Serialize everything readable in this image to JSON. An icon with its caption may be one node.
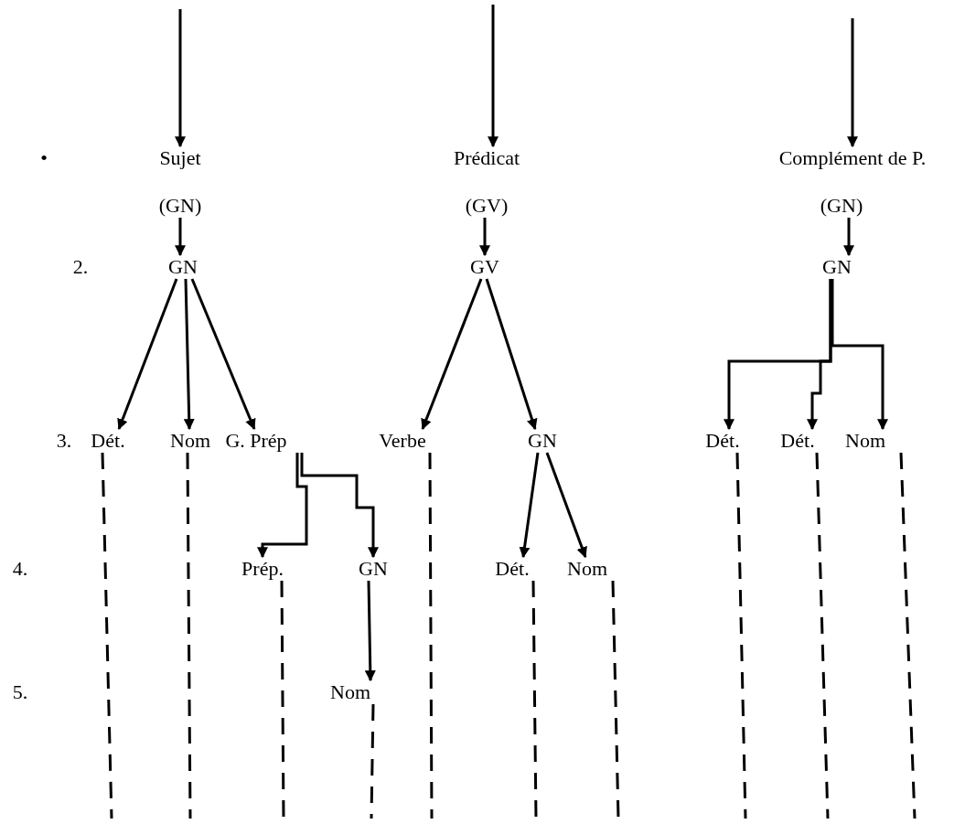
{
  "diagram": {
    "nodes": [
      {
        "text": [
          "Sujet"
        ]
      },
      {
        "text": [
          "Prédicat"
        ]
      },
      {
        "text": [
          "Complément de P."
        ]
      },
      {
        "text": [
          "(GN)"
        ]
      },
      {
        "text": [
          "(GV)"
        ]
      },
      {
        "text": [
          "(GN)"
        ]
      },
      {
        "text": [
          "GN"
        ]
      },
      {
        "text": [
          "GV"
        ]
      },
      {
        "text": [
          "GN"
        ]
      },
      {
        "text": [
          "Dét."
        ]
      },
      {
        "text": [
          "Nom"
        ]
      },
      {
        "text": [
          "G. Prép"
        ]
      },
      {
        "text": [
          "Verbe"
        ]
      },
      {
        "text": [
          "GN"
        ]
      },
      {
        "text": [
          "Dét."
        ]
      },
      {
        "text": [
          "Dét."
        ]
      },
      {
        "text": [
          "Nom"
        ]
      },
      {
        "text": [
          "Prép."
        ]
      },
      {
        "text": [
          "GN"
        ]
      },
      {
        "text": [
          "Dét."
        ]
      },
      {
        "text": [
          "Nom"
        ]
      },
      {
        "text": [
          "Nom"
        ]
      }
    ],
    "edges": [
      {
        "from": null,
        "to": 0,
        "arrow": "to"
      },
      {
        "from": null,
        "to": 1,
        "arrow": "to"
      },
      {
        "from": null,
        "to": 2,
        "arrow": "to"
      },
      {
        "from": 3,
        "to": 6,
        "arrow": "to"
      },
      {
        "from": 4,
        "to": 7,
        "arrow": "to"
      },
      {
        "from": 5,
        "to": 8,
        "arrow": "to"
      },
      {
        "from": 6,
        "to": 9,
        "arrow": "to"
      },
      {
        "from": 6,
        "to": 10,
        "arrow": "to"
      },
      {
        "from": 6,
        "to": 11,
        "arrow": "to"
      },
      {
        "from": 7,
        "to": 12,
        "arrow": "to"
      },
      {
        "from": 7,
        "to": 13,
        "arrow": "to"
      },
      {
        "from": 8,
        "to": 14,
        "arrow": "to"
      },
      {
        "from": 8,
        "to": 15,
        "arrow": "to"
      },
      {
        "from": 8,
        "to": 16,
        "arrow": "to"
      },
      {
        "from": 11,
        "to": 17,
        "arrow": "to"
      },
      {
        "from": 11,
        "to": 18,
        "arrow": "to"
      },
      {
        "from": 13,
        "to": 19,
        "arrow": "to"
      },
      {
        "from": 13,
        "to": 20,
        "arrow": "to"
      },
      {
        "from": 18,
        "to": 21,
        "arrow": "to"
      },
      {
        "from": 9,
        "to": null,
        "arrow": "none",
        "style": "dashed"
      },
      {
        "from": 10,
        "to": null,
        "arrow": "none",
        "style": "dashed"
      },
      {
        "from": 12,
        "to": null,
        "arrow": "none",
        "style": "dashed"
      },
      {
        "from": 14,
        "to": null,
        "arrow": "none",
        "style": "dashed"
      },
      {
        "from": 15,
        "to": null,
        "arrow": "none",
        "style": "dashed"
      },
      {
        "from": 16,
        "to": null,
        "arrow": "none",
        "style": "dashed"
      },
      {
        "from": 17,
        "to": null,
        "arrow": "none",
        "style": "dashed"
      },
      {
        "from": 19,
        "to": null,
        "arrow": "none",
        "style": "dashed"
      },
      {
        "from": 20,
        "to": null,
        "arrow": "none",
        "style": "dashed"
      },
      {
        "from": 21,
        "to": null,
        "arrow": "none",
        "style": "dashed"
      }
    ],
    "labels": [
      "•",
      "2.",
      "3.",
      "4.",
      "5."
    ]
  }
}
